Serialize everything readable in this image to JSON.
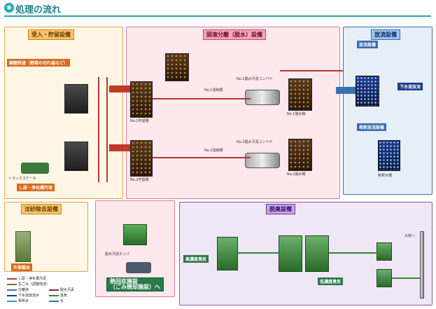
{
  "title": "処理の流れ",
  "sections": {
    "receiving": "受入・貯留設備",
    "separation": "固液分離（脱水）設備",
    "discharge": "放流設備",
    "sand": "沈砂除去設備",
    "deodor": "脱臭設備",
    "incinerate": "熱回収施設\n（ごみ焼却施設）へ"
  },
  "labels": {
    "recv_tag1": "調整残渣（野菜の切れ端など）",
    "recv_tag2": "し尿・浄化槽汚泥",
    "discharge_tag1": "放流設備",
    "discharge_tag2": "希釈放流設備",
    "discharge_tag3": "下水道放流",
    "sand_tag": "外部搬出",
    "deodor_tag1": "高濃度臭気",
    "deodor_tag2": "低濃度臭気",
    "tank1": "No.1貯留槽",
    "tank2": "No.2貯留槽",
    "sludge1": "No.1脱水機",
    "sludge2": "No.2脱水機",
    "mix1": "No.1混和槽",
    "mix2": "No.2混和槽",
    "dewater1": "No.1脱水汚泥コンベヤ",
    "dewater2": "No.2脱水汚泥コンベヤ",
    "hopper": "脱水汚泥ホッパ",
    "final_tank": "希釈水槽",
    "big_sky": "大気へ",
    "truck": "トラックスケール"
  },
  "legend": [
    {
      "label": "し尿・浄化槽汚泥",
      "color": "#b03a2e"
    },
    {
      "label": "生ごみ（調整残渣）",
      "color": "#8a6a2a"
    },
    {
      "label": "分離液",
      "color": "#3a6fb0"
    },
    {
      "label": "下水道放流水",
      "color": "#1a3a8a"
    },
    {
      "label": "脱水汚泥",
      "color": "#8a2a2a"
    },
    {
      "label": "臭気",
      "color": "#2a8a3a"
    },
    {
      "label": "希釈水",
      "color": "#2aa3b3"
    },
    {
      "label": "水",
      "color": "#1f7f8c"
    }
  ]
}
